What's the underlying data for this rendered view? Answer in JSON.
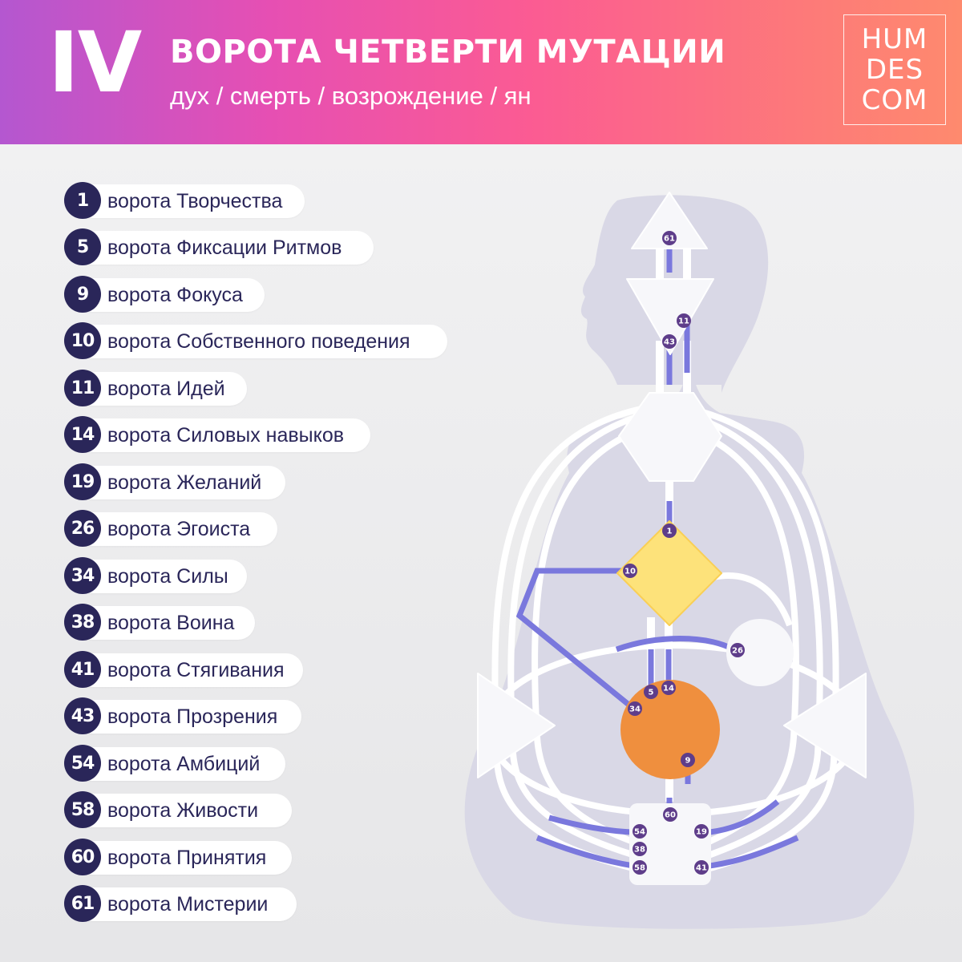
{
  "header": {
    "numeral": "IV",
    "title": "ВОРОТА ЧЕТВЕРТИ МУТАЦИИ",
    "subtitle": "дух / смерть / возрождение / ян",
    "logo_lines": [
      "HUM",
      "DES",
      "COM"
    ]
  },
  "colors": {
    "header_gradient": [
      "#b457d0",
      "#e64fb3",
      "#fb5b93",
      "#fe8a6e"
    ],
    "gate_badge": "#2a2659",
    "diagram_badge": "#5e3d8a",
    "channel_active": "#7a78dd",
    "g_center": "#fde27a",
    "sacral_center": "#ef8f3e"
  },
  "gates": [
    {
      "num": "1",
      "label": "ворота Творчества"
    },
    {
      "num": "5",
      "label": "ворота Фиксации Ритмов"
    },
    {
      "num": "9",
      "label": "ворота Фокуса"
    },
    {
      "num": "10",
      "label": "ворота Собственного поведения"
    },
    {
      "num": "11",
      "label": "ворота Идей"
    },
    {
      "num": "14",
      "label": "ворота Силовых навыков"
    },
    {
      "num": "19",
      "label": "ворота Желаний"
    },
    {
      "num": "26",
      "label": "ворота Эгоиста"
    },
    {
      "num": "34",
      "label": "ворота Силы"
    },
    {
      "num": "38",
      "label": "ворота Воина"
    },
    {
      "num": "41",
      "label": "ворота Стягивания"
    },
    {
      "num": "43",
      "label": "ворота Прозрения"
    },
    {
      "num": "54",
      "label": "ворота Амбиций"
    },
    {
      "num": "58",
      "label": "ворота Живости"
    },
    {
      "num": "60",
      "label": "ворота Принятия"
    },
    {
      "num": "61",
      "label": "ворота Мистерии"
    }
  ],
  "bodygraph": {
    "badges": [
      "61",
      "11",
      "43",
      "1",
      "10",
      "26",
      "5",
      "14",
      "34",
      "9",
      "60",
      "54",
      "19",
      "38",
      "58",
      "41"
    ]
  }
}
